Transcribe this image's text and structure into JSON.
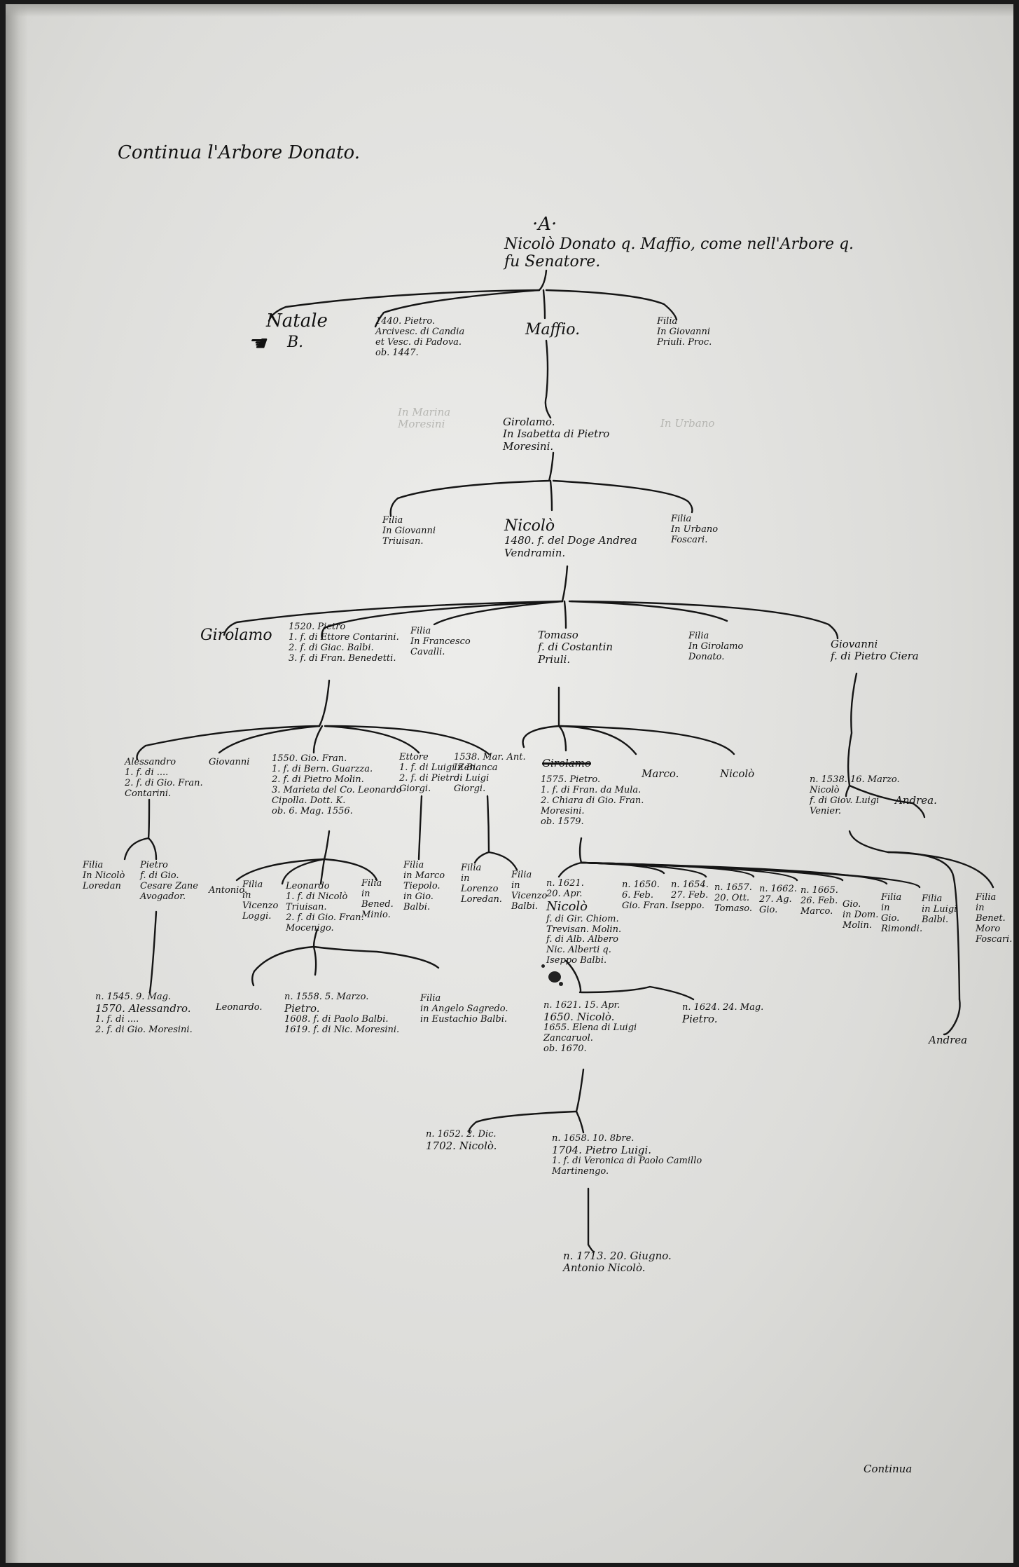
{
  "header": {
    "title": "Continua l'Arbore Donato.",
    "marker": "·A·"
  },
  "footer": {
    "continua": "Continua"
  },
  "root": {
    "line1": "Nicolò Donato q. Maffio, come nell'Arbore q.",
    "line2": "fu Senatore."
  },
  "gen1": {
    "natale": "Natale",
    "natale_mark": "B.",
    "pietro": [
      "1440. Pietro.",
      "Arcivesc. di Candia",
      "et Vesc. di Padova.",
      "ob. 1447."
    ],
    "maffio": "Maffio.",
    "filia": [
      "Filia",
      "In Giovanni",
      "Priuli. Proc."
    ]
  },
  "ghost": {
    "left": [
      "In Marina",
      "Moresini"
    ],
    "right": [
      "In Urbano"
    ]
  },
  "gen2": {
    "girolamo": [
      "Girolamo.",
      "In Isabetta di Pietro",
      "Moresini."
    ]
  },
  "gen3": {
    "filia_left": [
      "Filia",
      "In Giovanni",
      "Triuisan."
    ],
    "nicolo": [
      "Nicolò",
      "1480. f. del Doge Andrea",
      "Vendramin."
    ],
    "filia_right": [
      "Filia",
      "In Urbano",
      "Foscari."
    ]
  },
  "gen4": {
    "girolamo": "Girolamo",
    "pietro": [
      "1520. Pietro",
      "1. f. di Ettore Contarini.",
      "2. f. di Giac. Balbi.",
      "3. f. di Fran. Benedetti."
    ],
    "filia1": [
      "Filia",
      "In Francesco",
      "Cavalli."
    ],
    "tomaso": [
      "Tomaso",
      "f. di Costantin",
      "Priuli."
    ],
    "filia2": [
      "Filia",
      "In Girolamo",
      "Donato."
    ],
    "giovanni": [
      "Giovanni",
      "f. di Pietro Ciera"
    ]
  },
  "gen5": {
    "alessandro": [
      "Alessandro",
      "1. f. di ....",
      "2. f. di Gio. Fran.",
      "Contarini."
    ],
    "giovanni": "Giovanni",
    "gio_fran": [
      "1550. Gio. Fran.",
      "1. f. di Bern. Guarzza.",
      "2. f. di Pietro Molin.",
      "3. Marieta del Co. Leonardo",
      "Cipolla. Dott. K.",
      "ob. 6. Mag. 1556."
    ],
    "ettore": [
      "Ettore",
      "1. f. di Luigi Zen.",
      "2. f. di Pietro",
      "Giorgi."
    ],
    "mar_ant": [
      "1538. Mar. Ant.",
      "In Bianca",
      "di Luigi",
      "Giorgi."
    ],
    "girolamo_struck": "Girolamo",
    "pietro_1575": [
      "1575. Pietro.",
      "1. f. di Fran. da Mula.",
      "2. Chiara di Gio. Fran.",
      "Moresini.",
      "ob. 1579."
    ],
    "marco": "Marco.",
    "nicolo": "Nicolò",
    "nicolo_1538": [
      "n. 1538. 16. Marzo.",
      "Nicolò",
      "f. di Giov. Luigi",
      "Venier."
    ],
    "andrea": "Andrea."
  },
  "gen6": {
    "filia_a": [
      "Filia",
      "In Nicolò",
      "Loredan"
    ],
    "pietro_a": [
      "Pietro",
      "f. di Gio.",
      "Cesare Zane",
      "Avogador."
    ],
    "antonio": "Antonio.",
    "filia_b": [
      "Filia",
      "in",
      "Vicenzo",
      "Loggi."
    ],
    "leonardo": [
      "Leonardo",
      "1. f. di Nicolò",
      "Triuisan.",
      "2. f. di Gio. Fran.",
      "Mocenigo."
    ],
    "filia_c": [
      "Filia",
      "in",
      "Bened.",
      "Minio."
    ],
    "filia_d": [
      "Filia",
      "in Marco",
      "Tiepolo.",
      "in Gio.",
      "Balbi."
    ],
    "filia_e": [
      "Filia",
      "in",
      "Lorenzo",
      "Loredan."
    ],
    "filia_f": [
      "Filia",
      "in",
      "Vicenzo",
      "Balbi."
    ]
  },
  "pietro_children": [
    [
      "n. 1621.",
      "20. Apr.",
      "Nicolò",
      "f. di Gir. Chiom.",
      "Trevisan. Molin.",
      "f. di Alb. Albero",
      "Nic. Alberti q.",
      "Iseppo Balbi."
    ],
    [
      "n. 1650.",
      "6. Feb.",
      "Gio. Fran."
    ],
    [
      "n. 1654.",
      "27. Feb.",
      "Iseppo."
    ],
    [
      "n. 1657.",
      "20. Ott.",
      "Tomaso."
    ],
    [
      "n. 1662.",
      "27. Ag.",
      "Gio."
    ],
    [
      "n. 1665.",
      "26. Feb.",
      "Marco."
    ],
    [
      "Gio.",
      "in Dom.",
      "Molin."
    ],
    [
      "Filia",
      "in",
      "Gio.",
      "Rimondi."
    ],
    [
      "Filia",
      "in Luigi",
      "Balbi."
    ],
    [
      "Filia",
      "in",
      "Benet.",
      "Moro",
      "Foscari."
    ]
  ],
  "gen7": {
    "alessandro": [
      "n. 1545. 9. Mag.",
      "1570. Alessandro.",
      "1. f. di ....",
      "2. f. di Gio. Moresini."
    ],
    "leonardo": "Leonardo.",
    "pietro": [
      "n. 1558. 5. Marzo.",
      "Pietro.",
      "1608. f. di Paolo Balbi.",
      "1619. f. di Nic. Moresini."
    ],
    "filia": [
      "Filia",
      "in Angelo Sagredo.",
      "in Eustachio Balbi."
    ],
    "nicolo_1621": [
      "n. 1621. 15. Apr.",
      "1650. Nicolò.",
      "1655. Elena di Luigi",
      "Zancaruol.",
      "ob. 1670."
    ],
    "pietro_1624": [
      "n. 1624. 24. Mag.",
      "Pietro."
    ],
    "andrea": "Andrea"
  },
  "gen8": {
    "nicolo_1652": [
      "n. 1652. 2. Dic.",
      "1702. Nicolò."
    ],
    "pietro_luigi": [
      "n. 1658. 10. 8bre.",
      "1704. Pietro Luigi.",
      "1. f. di Veronica di Paolo Camillo",
      "Martinengo."
    ]
  },
  "gen9": {
    "antonio": [
      "n. 1713. 20. Giugno.",
      "Antonio Nicolò."
    ]
  }
}
